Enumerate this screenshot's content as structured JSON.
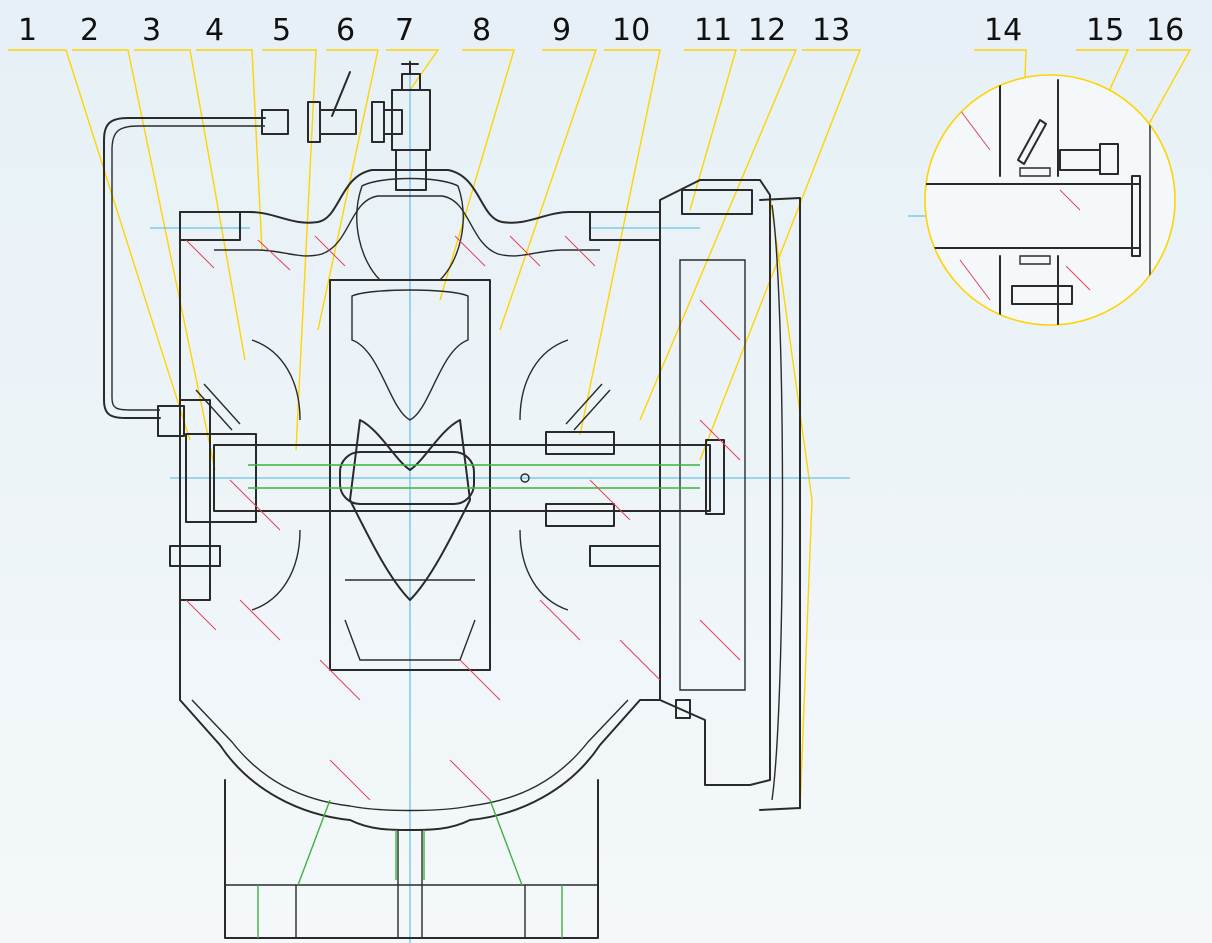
{
  "callouts": {
    "main": [
      "1",
      "2",
      "3",
      "4",
      "5",
      "6",
      "7",
      "8",
      "9",
      "10",
      "11",
      "12",
      "13"
    ],
    "detail": [
      "14",
      "15",
      "16"
    ]
  },
  "colors": {
    "outline": "#2a2a2a",
    "leader": "#ffd400",
    "centerline": "#49b6e0",
    "hatch": "#e3425a",
    "support": "#3cb43c"
  }
}
